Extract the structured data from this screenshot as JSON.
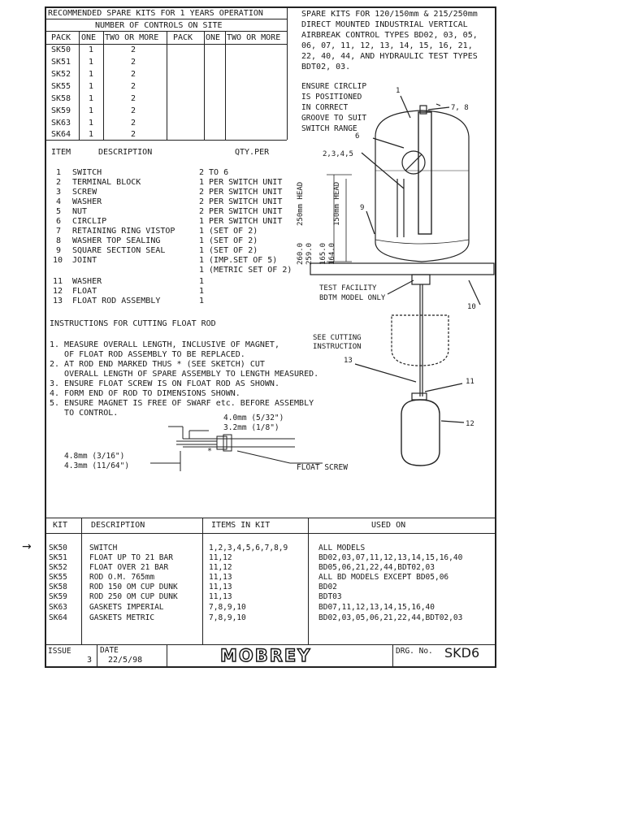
{
  "kit_table": {
    "title": "RECOMMENDED SPARE KITS FOR 1 YEARS OPERATION",
    "subtitle": "NUMBER OF CONTROLS ON SITE",
    "headers": [
      "PACK",
      "ONE",
      "TWO OR MORE",
      "PACK",
      "ONE",
      "TWO OR MORE"
    ],
    "rows": [
      {
        "pack": "SK50",
        "one": "1",
        "two": "2"
      },
      {
        "pack": "SK51",
        "one": "1",
        "two": "2"
      },
      {
        "pack": "SK52",
        "one": "1",
        "two": "2"
      },
      {
        "pack": "SK55",
        "one": "1",
        "two": "2"
      },
      {
        "pack": "SK58",
        "one": "1",
        "two": "2"
      },
      {
        "pack": "SK59",
        "one": "1",
        "two": "2"
      },
      {
        "pack": "SK63",
        "one": "1",
        "two": "2"
      },
      {
        "pack": "SK64",
        "one": "1",
        "two": "2"
      }
    ]
  },
  "title_block": {
    "lines": [
      "SPARE KITS FOR 120/150mm & 215/250mm",
      "DIRECT MOUNTED INDUSTRIAL VERTICAL",
      "AIRBREAK CONTROL TYPES BD02, 03, 05,",
      "06, 07, 11, 12, 13, 14, 15, 16, 21,",
      "22, 40, 44, AND HYDRAULIC TEST TYPES",
      "BDT02, 03."
    ]
  },
  "circlip_note": [
    "ENSURE CIRCLIP",
    "IS POSITIONED",
    "IN CORRECT",
    "GROOVE TO SUIT",
    "SWITCH RANGE"
  ],
  "parts": {
    "headers": [
      "ITEM",
      "DESCRIPTION",
      "QTY.PER"
    ],
    "items": [
      {
        "no": "1",
        "desc": "SWITCH",
        "qty": "2 TO 6"
      },
      {
        "no": "2",
        "desc": "TERMINAL BLOCK",
        "qty": "1 PER SWITCH UNIT"
      },
      {
        "no": "3",
        "desc": "SCREW",
        "qty": "2 PER SWITCH UNIT"
      },
      {
        "no": "4",
        "desc": "WASHER",
        "qty": "2 PER SWITCH UNIT"
      },
      {
        "no": "5",
        "desc": "NUT",
        "qty": "2 PER SWITCH UNIT"
      },
      {
        "no": "6",
        "desc": "CIRCLIP",
        "qty": "1 PER SWITCH UNIT"
      },
      {
        "no": "7",
        "desc": "RETAINING RING VISTOP",
        "qty": "1 (SET OF 2)"
      },
      {
        "no": "8",
        "desc": "WASHER TOP SEALING",
        "qty": "1 (SET OF 2)"
      },
      {
        "no": "9",
        "desc": "SQUARE SECTION SEAL",
        "qty": "1 (SET OF 2)"
      },
      {
        "no": "10",
        "desc": "JOINT",
        "qty": "1 (IMP.SET OF 5)"
      },
      {
        "no": "",
        "desc": "",
        "qty": "1 (METRIC SET OF 2)"
      },
      {
        "no": "11",
        "desc": "WASHER",
        "qty": "1"
      },
      {
        "no": "12",
        "desc": "FLOAT",
        "qty": "1"
      },
      {
        "no": "13",
        "desc": "FLOAT ROD ASSEMBLY",
        "qty": "1"
      }
    ]
  },
  "instructions": {
    "title": "INSTRUCTIONS FOR CUTTING FLOAT ROD",
    "lines": [
      "1. MEASURE OVERALL LENGTH, INCLUSIVE OF MAGNET,",
      "   OF FLOAT ROD ASSEMBLY TO BE REPLACED.",
      "2. AT ROD END MARKED THUS * (SEE SKETCH) CUT",
      "   OVERALL LENGTH OF SPARE ASSEMBLY TO LENGTH MEASURED.",
      "3. ENSURE FLOAT SCREW IS ON FLOAT ROD AS SHOWN.",
      "4. FORM END OF ROD TO DIMENSIONS SHOWN.",
      "5. ENSURE MAGNET IS FREE OF SWARF etc. BEFORE ASSEMBLY",
      "   TO CONTROL."
    ]
  },
  "sketch": {
    "dim_a": "4.0mm (5/32\")",
    "dim_b": "3.2mm (1/8\")",
    "dim_c": "4.8mm (3/16\")",
    "dim_d": "4.3mm (11/64\")",
    "float_screw": "FLOAT SCREW"
  },
  "diagram": {
    "ref_78": "7, 8",
    "ref_1": "1",
    "ref_6": "6",
    "ref_2345": "2,3,4,5",
    "ref_9": "9",
    "ref_10": "10",
    "ref_11": "11",
    "ref_12": "12",
    "ref_13": "13",
    "head_250": "250mm HEAD",
    "head_150": "150mm HEAD",
    "dims": [
      "260.0",
      "259.0",
      "165.0",
      "164.0"
    ],
    "test_facility": [
      "TEST FACILITY",
      "BDTM MODEL ONLY"
    ],
    "see_cutting": [
      "SEE CUTTING",
      "INSTRUCTION"
    ]
  },
  "kit_list": {
    "headers": [
      "KIT",
      "DESCRIPTION",
      "ITEMS IN KIT",
      "USED ON"
    ],
    "arrow": "→",
    "rows": [
      {
        "kit": "SK50",
        "desc": "SWITCH",
        "items": "1,2,3,4,5,6,7,8,9",
        "used": "ALL MODELS"
      },
      {
        "kit": "SK51",
        "desc": "FLOAT UP TO 21 BAR",
        "items": "11,12",
        "used": "BD02,03,07,11,12,13,14,15,16,40"
      },
      {
        "kit": "SK52",
        "desc": "FLOAT OVER 21 BAR",
        "items": "11,12",
        "used": "BD05,06,21,22,44,BDT02,03"
      },
      {
        "kit": "SK55",
        "desc": "ROD O.M. 765mm",
        "items": "11,13",
        "used": "ALL BD MODELS EXCEPT BD05,06"
      },
      {
        "kit": "SK58",
        "desc": "ROD 150 OM CUP DUNK",
        "items": "11,13",
        "used": "BD02"
      },
      {
        "kit": "SK59",
        "desc": "ROD 250 OM CUP DUNK",
        "items": "11,13",
        "used": "BDT03"
      },
      {
        "kit": "SK63",
        "desc": "GASKETS IMPERIAL",
        "items": "7,8,9,10",
        "used": "BD07,11,12,13,14,15,16,40"
      },
      {
        "kit": "SK64",
        "desc": "GASKETS METRIC",
        "items": "7,8,9,10",
        "used": "BD02,03,05,06,21,22,44,BDT02,03"
      }
    ]
  },
  "footer": {
    "issue_label": "ISSUE",
    "issue": "3",
    "date_label": "DATE",
    "date": "22/5/98",
    "logo": "MOBREY",
    "drg_label": "DRG. No.",
    "drg": "SKD6"
  }
}
